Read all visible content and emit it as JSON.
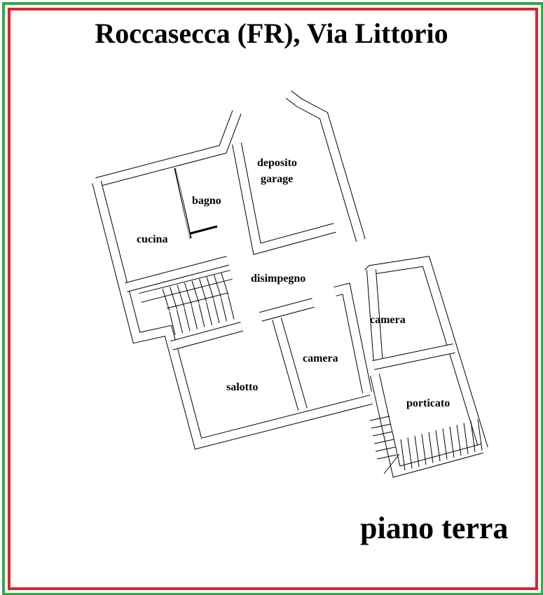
{
  "title": "Roccasecca (FR), Via Littorio",
  "floor_label": "piano terra",
  "rooms": {
    "deposito": "deposito",
    "garage": "garage",
    "bagno": "bagno",
    "cucina": "cucina",
    "disimpegno": "disimpegno",
    "camera_1": "camera",
    "camera_2": "camera",
    "salotto": "salotto",
    "porticato": "porticato"
  },
  "colors": {
    "border_outer": "#2fa84f",
    "border_inner": "#d9262b"
  }
}
